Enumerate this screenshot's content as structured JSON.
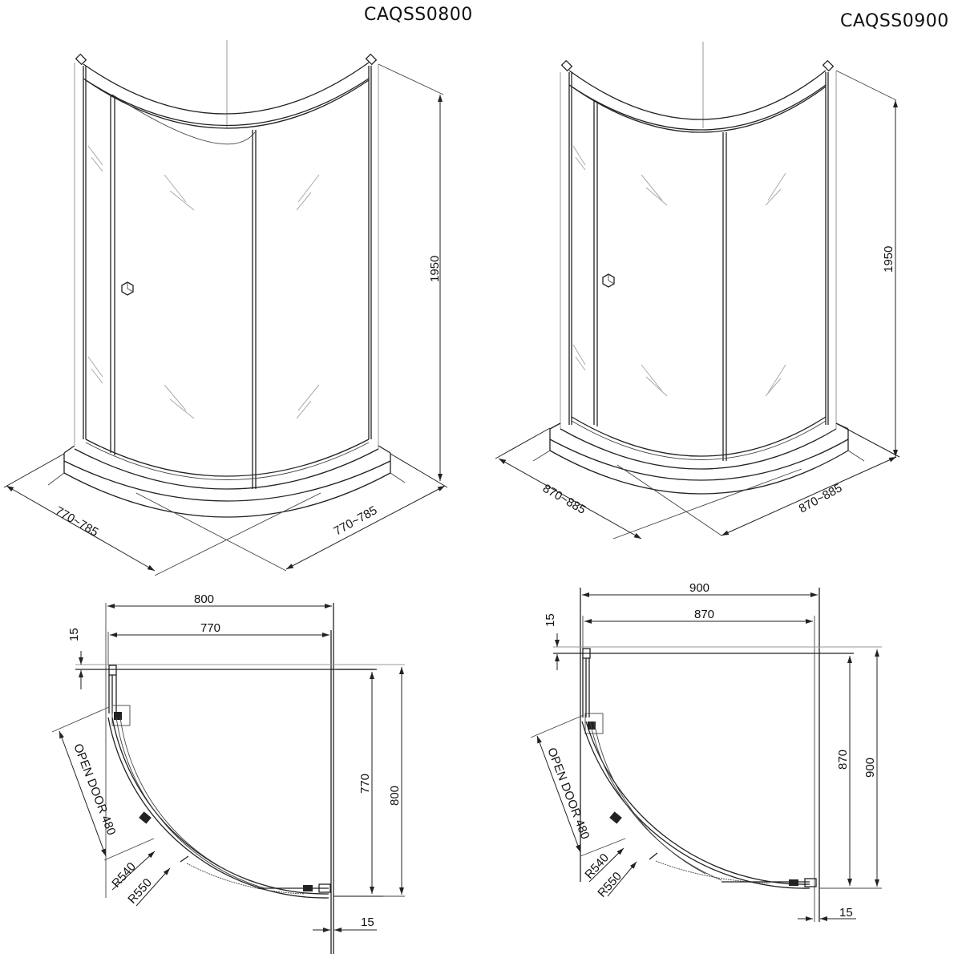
{
  "models": [
    {
      "id": "left",
      "title": "CAQSS0800",
      "elevation": {
        "height": "1950",
        "left_width_range": "770~785",
        "right_width_range": "770~785"
      },
      "plan": {
        "outer_width": "800",
        "inner_width": "770",
        "outer_depth": "800",
        "inner_depth": "770",
        "top_offset": "15",
        "bottom_offset": "15",
        "open_door": "OPEN DOOR 480",
        "radius_inner": "R540",
        "radius_outer": "R550"
      }
    },
    {
      "id": "right",
      "title": "CAQSS0900",
      "elevation": {
        "height": "1950",
        "left_width_range": "870~885",
        "right_width_range": "870~885"
      },
      "plan": {
        "outer_width": "900",
        "inner_width": "870",
        "outer_depth": "900",
        "inner_depth": "870",
        "top_offset": "15",
        "bottom_offset": "15",
        "open_door": "OPEN DOOR 480",
        "radius_inner": "R540",
        "radius_outer": "R550"
      }
    }
  ]
}
